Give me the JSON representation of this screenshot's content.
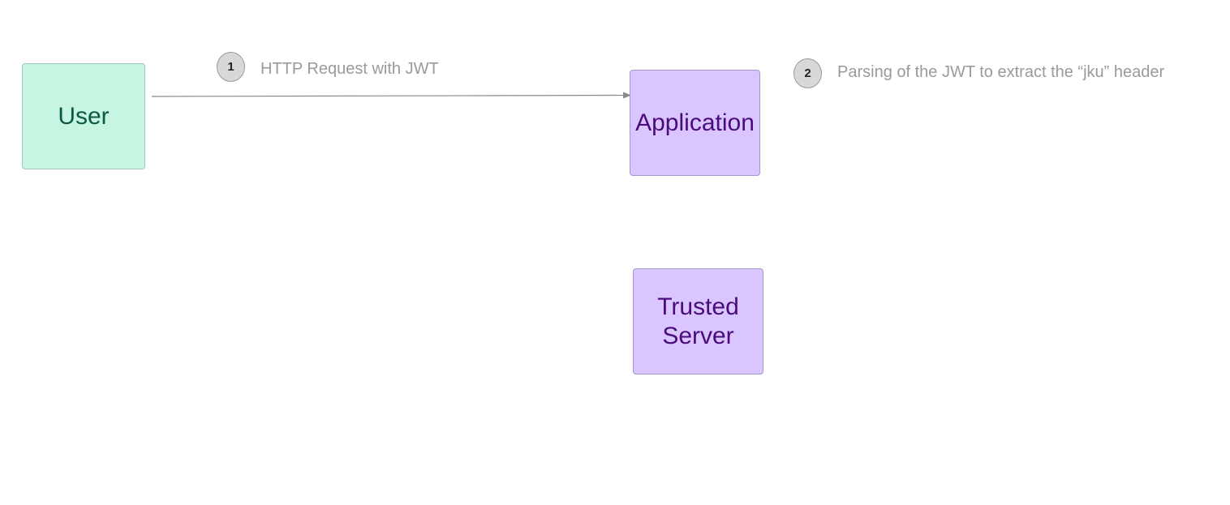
{
  "nodes": {
    "user": {
      "label": "User"
    },
    "application": {
      "label": "Application"
    },
    "trusted_server": {
      "label_line1": "Trusted",
      "label_line2": "Server"
    }
  },
  "steps": [
    {
      "number": "1",
      "text": "HTTP Request with JWT"
    },
    {
      "number": "2",
      "text": "Parsing of the JWT to extract the “jku” header"
    }
  ],
  "colors": {
    "user_fill": "#c6f5e1",
    "user_text": "#0b5a48",
    "server_fill": "#d9c6fe",
    "server_text": "#4b0b7c",
    "annotation_text": "#9a9a9a",
    "connector": "#8a8a8a"
  },
  "edges": [
    {
      "from": "user",
      "to": "application",
      "step": "1"
    }
  ]
}
